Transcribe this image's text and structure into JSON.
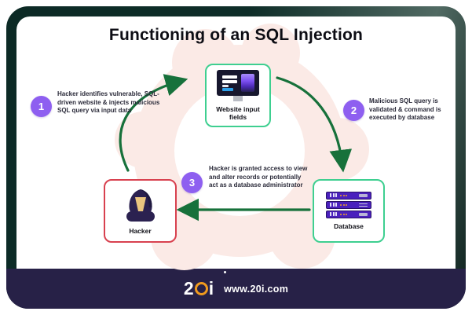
{
  "title": "Functioning of an SQL Injection",
  "steps": [
    {
      "number": "1",
      "text": "Hacker identifies vulnerable, SQL-driven website & injects malicious SQL query via input data"
    },
    {
      "number": "2",
      "text": "Malicious SQL query is validated & command is executed by database"
    },
    {
      "number": "3",
      "text": "Hacker is granted access to view and alter records or potentially act as a database administrator"
    }
  ],
  "nodes": {
    "website": {
      "label": "Website input fields",
      "icon": "monitor-with-input-fields-icon"
    },
    "database": {
      "label": "Database",
      "icon": "server-stack-icon"
    },
    "hacker": {
      "label": "Hacker",
      "icon": "hooded-hacker-icon"
    }
  },
  "flow_arrows": [
    "hacker-to-website-input-fields",
    "website-input-fields-to-database",
    "database-to-hacker"
  ],
  "footer": {
    "logo": {
      "part_2": "2",
      "part_i": "i",
      "name": "20i"
    },
    "url": "www.20i.com"
  },
  "colors": {
    "frame_teal": "#0c2a25",
    "footer_navy": "#272147",
    "node_green_border": "#3ecf90",
    "hacker_red_border": "#d8414f",
    "arrow_green": "#17713b",
    "step_badge_purple": "#8e5ff0",
    "logo_orange": "#f09a1e",
    "watermark_pink": "#fbeae6"
  }
}
